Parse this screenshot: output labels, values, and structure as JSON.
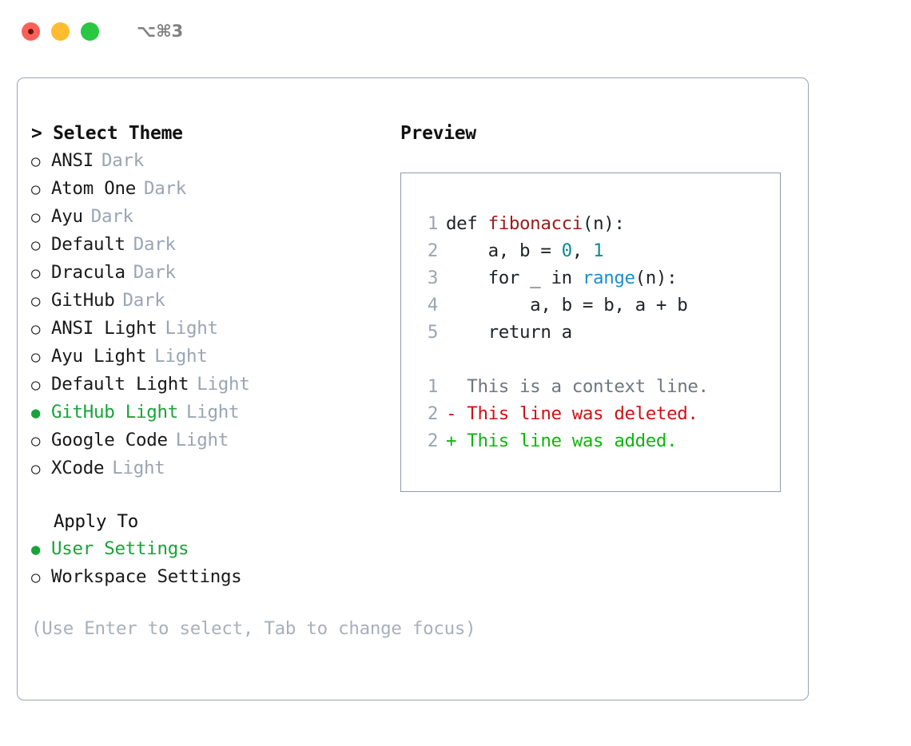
{
  "titlebar": {
    "shortcut": "⌥⌘3",
    "buttons": {
      "close": "close",
      "minimize": "minimize",
      "maximize": "maximize"
    }
  },
  "theme_picker": {
    "header": "> Select Theme",
    "options": [
      {
        "marker": "○",
        "label": "ANSI",
        "badge": "Dark",
        "selected": false
      },
      {
        "marker": "○",
        "label": "Atom One",
        "badge": "Dark",
        "selected": false
      },
      {
        "marker": "○",
        "label": "Ayu",
        "badge": "Dark",
        "selected": false
      },
      {
        "marker": "○",
        "label": "Default",
        "badge": "Dark",
        "selected": false
      },
      {
        "marker": "○",
        "label": "Dracula",
        "badge": "Dark",
        "selected": false
      },
      {
        "marker": "○",
        "label": "GitHub",
        "badge": "Dark",
        "selected": false
      },
      {
        "marker": "○",
        "label": "ANSI Light",
        "badge": "Light",
        "selected": false
      },
      {
        "marker": "○",
        "label": "Ayu Light",
        "badge": "Light",
        "selected": false
      },
      {
        "marker": "○",
        "label": "Default Light",
        "badge": "Light",
        "selected": false
      },
      {
        "marker": "●",
        "label": "GitHub Light",
        "badge": "Light",
        "selected": true
      },
      {
        "marker": "○",
        "label": "Google Code",
        "badge": "Light",
        "selected": false
      },
      {
        "marker": "○",
        "label": "XCode",
        "badge": "Light",
        "selected": false
      }
    ]
  },
  "apply_to": {
    "header": "Apply To",
    "options": [
      {
        "marker": "●",
        "label": "User Settings",
        "selected": true
      },
      {
        "marker": "○",
        "label": "Workspace Settings",
        "selected": false
      }
    ]
  },
  "hint": "(Use Enter to select, Tab to change focus)",
  "preview": {
    "title": "Preview",
    "code": [
      {
        "lno": "1",
        "segments": [
          {
            "text": "def ",
            "token": "plain"
          },
          {
            "text": "fibonacci",
            "token": "function"
          },
          {
            "text": "(n):",
            "token": "plain"
          }
        ]
      },
      {
        "lno": "2",
        "segments": [
          {
            "text": "    a, b = ",
            "token": "plain"
          },
          {
            "text": "0",
            "token": "number"
          },
          {
            "text": ", ",
            "token": "plain"
          },
          {
            "text": "1",
            "token": "number"
          }
        ]
      },
      {
        "lno": "3",
        "segments": [
          {
            "text": "    for _ in ",
            "token": "plain"
          },
          {
            "text": "range",
            "token": "call"
          },
          {
            "text": "(n):",
            "token": "plain"
          }
        ]
      },
      {
        "lno": "4",
        "segments": [
          {
            "text": "        a, b = b, a + b",
            "token": "plain"
          }
        ]
      },
      {
        "lno": "5",
        "segments": [
          {
            "text": "    return a",
            "token": "plain"
          }
        ]
      }
    ],
    "diff": [
      {
        "lno": "1",
        "prefix": "  ",
        "text": "This is a context line.",
        "kind": "context"
      },
      {
        "lno": "2",
        "prefix": "- ",
        "text": "This line was deleted.",
        "kind": "deleted"
      },
      {
        "lno": "2",
        "prefix": "+ ",
        "text": "This line was added.",
        "kind": "added"
      }
    ]
  },
  "colors": {
    "accent_green": "#1aa33a",
    "muted_gray": "#9aa5b4",
    "hint_gray": "#a8b0bb",
    "border": "#9aa5b4",
    "preview_border": "#8e9bab",
    "syntax_function": "#9b1c1c",
    "syntax_number": "#0e8c8c",
    "syntax_call": "#1c8fd0",
    "diff_context": "#6f7780",
    "diff_deleted": "#cc1414",
    "diff_added": "#11b511",
    "traffic_close": "#ff5f57",
    "traffic_min": "#febc2e",
    "traffic_max": "#28c840"
  }
}
